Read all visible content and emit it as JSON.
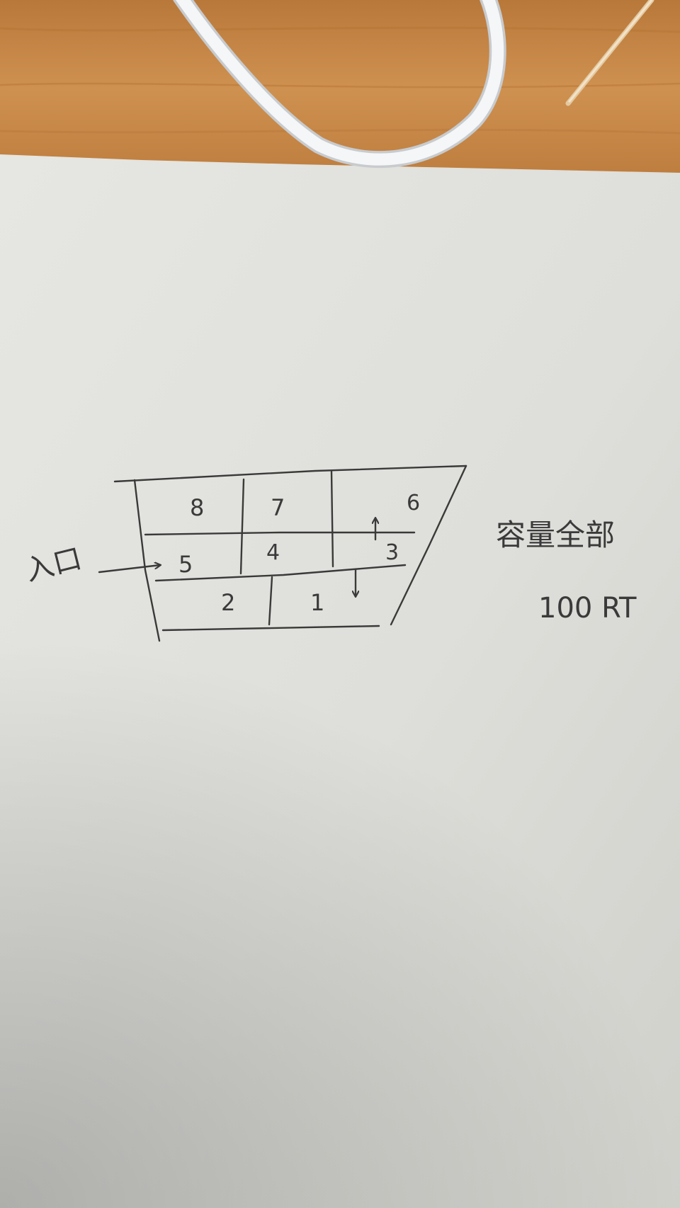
{
  "colors": {
    "table": "#c98a45",
    "table_dark": "#9e6328",
    "paper": "#e3e3df",
    "ink": "#3a3a3a",
    "cable": "#f2f4f5"
  },
  "diagram": {
    "cells": {
      "c1": "1",
      "c2": "2",
      "c3": "3",
      "c4": "4",
      "c5": "5",
      "c6": "6",
      "c7": "7",
      "c8": "8"
    },
    "entry_label": "入口",
    "note_line1": "容量全部",
    "note_line2": "100 RT"
  }
}
